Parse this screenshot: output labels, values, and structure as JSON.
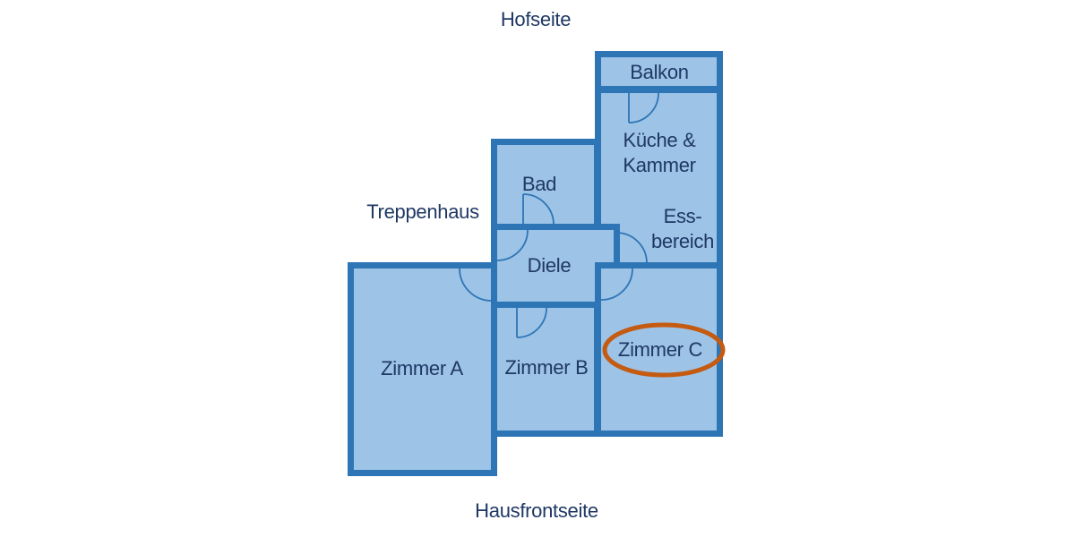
{
  "plan": {
    "type": "apartment_floor_plan",
    "orientation_labels": {
      "top": "Hofseite",
      "left": "Treppenhaus",
      "bottom": "Hausfrontseite"
    },
    "rooms": {
      "balkon": {
        "label": "Balkon"
      },
      "kueche_kammer": {
        "label_line1": "Küche &",
        "label_line2": "Kammer"
      },
      "essbereich": {
        "label_line1": "Ess-",
        "label_line2": "bereich"
      },
      "bad": {
        "label": "Bad"
      },
      "diele": {
        "label": "Diele"
      },
      "zimmer_a": {
        "label": "Zimmer A"
      },
      "zimmer_b": {
        "label": "Zimmer B"
      },
      "zimmer_c": {
        "label": "Zimmer C"
      }
    },
    "highlight": {
      "target_room": "Zimmer C",
      "shape": "ellipse",
      "color": "#C55A11"
    },
    "colors": {
      "room_fill": "#9DC3E6",
      "wall": "#2E75B6",
      "text": "#1F3864"
    }
  }
}
